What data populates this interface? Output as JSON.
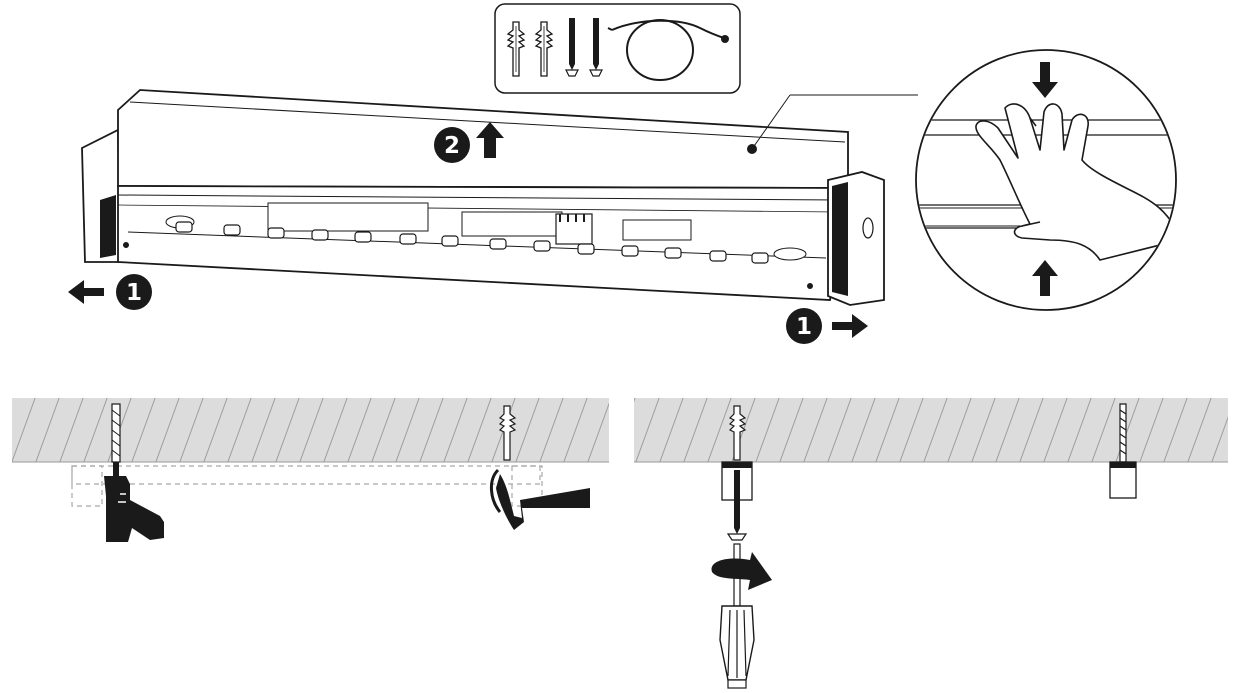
{
  "steps": {
    "slide_end_cap_left": "1",
    "lift_cover": "2",
    "slide_end_cap_right": "1"
  },
  "colors": {
    "line": "#1a1a1a",
    "ceiling_fill": "#dcdcdc",
    "hatch": "#9a9a9a",
    "dashed": "#a8a8a8",
    "badge": "#1a1a1a"
  },
  "icons": {
    "parts_kit": [
      "wall-plug-icon",
      "wall-plug-icon",
      "screw-icon",
      "screw-icon",
      "cable-icon"
    ],
    "tools": [
      "drill-icon",
      "hammer-icon",
      "screwdriver-icon"
    ]
  },
  "ceiling_panels": 2
}
